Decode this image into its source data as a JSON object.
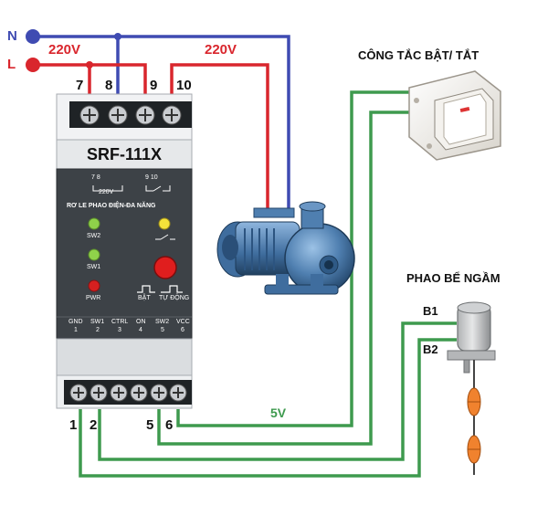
{
  "device": {
    "model": "SRF-111X",
    "panel_title": "RƠ LE PHAO ĐIỆN-ĐA NĂNG",
    "top_terminals": [
      "7",
      "8",
      "9",
      "10"
    ],
    "top_diagram": {
      "left_numbers": "7   8",
      "left_label": "220V",
      "right_numbers": "9   10"
    },
    "indicators": {
      "sw2": "SW2",
      "sw1": "SW1",
      "pwr": "PWR"
    },
    "buttons": {
      "bat": "BẬT",
      "tu_dong": "TỰ ĐỘNG"
    },
    "bottom_pins": [
      {
        "name": "GND",
        "num": "1"
      },
      {
        "name": "SW1",
        "num": "2"
      },
      {
        "name": "CTRL",
        "num": "3"
      },
      {
        "name": "ON",
        "num": "4"
      },
      {
        "name": "SW2",
        "num": "5"
      },
      {
        "name": "VCC",
        "num": "6"
      }
    ],
    "bottom_terminals": [
      "1",
      "2",
      "5",
      "6"
    ]
  },
  "wires": {
    "neutral": "N",
    "line": "L",
    "supply_voltage": "220V",
    "pump_voltage": "220V",
    "signal_voltage": "5V"
  },
  "switch": {
    "label": "CÔNG TẮC BẬT/ TẮT"
  },
  "float": {
    "label": "PHAO BỂ NGẦM",
    "b1": "B1",
    "b2": "B2"
  },
  "colors": {
    "neutral_wire": "#3f4bb2",
    "line_wire": "#d9262d",
    "signal_wire": "#3e9a4e",
    "device_body": "#eef0f2",
    "panel": "#3d4247",
    "led_green": "#8fd24a",
    "led_yellow": "#f4e23a",
    "led_red": "#d62020",
    "pump_blue": "#4f7fb0"
  }
}
